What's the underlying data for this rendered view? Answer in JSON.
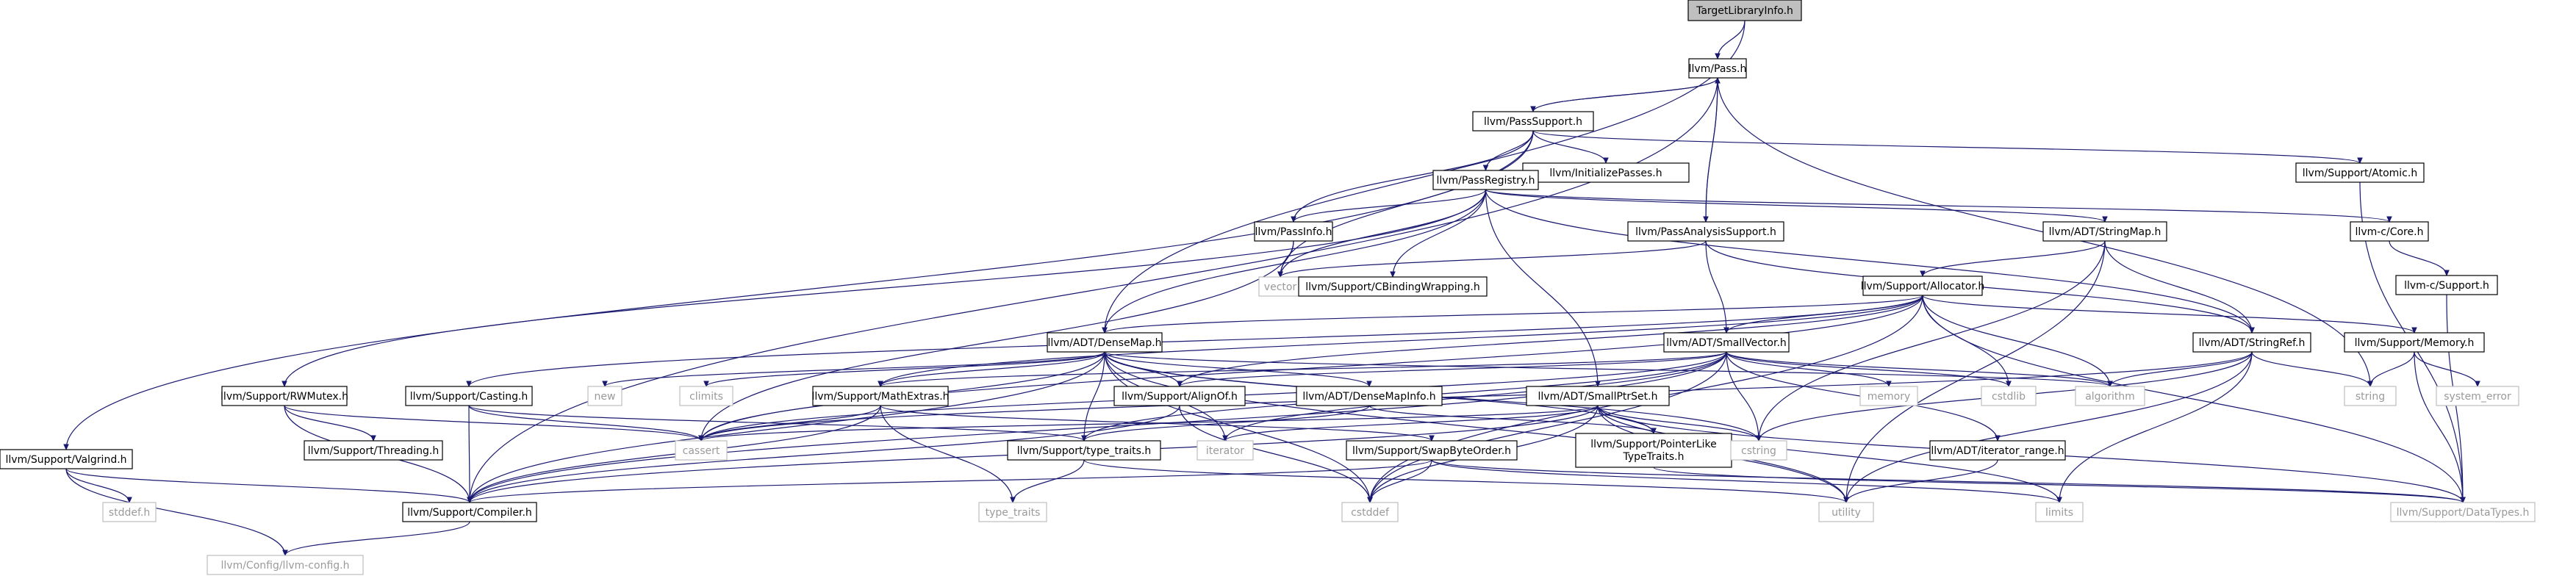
{
  "graph": {
    "title": "TargetLibraryInfo.h",
    "colors": {
      "edge": "#191970",
      "root_fill": "#bfbfbf",
      "node_border": "#000000",
      "system_border": "#bfbfbf",
      "system_text": "#9a9a9a"
    },
    "nodes": {
      "root": "TargetLibraryInfo.h",
      "pass": "llvm/Pass.h",
      "passsupport": "llvm/PassSupport.h",
      "initpasses": "llvm/InitializePasses.h",
      "atomic": "llvm/Support/Atomic.h",
      "passregistry": "llvm/PassRegistry.h",
      "passinfo": "llvm/PassInfo.h",
      "passanalysis": "llvm/PassAnalysisSupport.h",
      "stringmap": "llvm/ADT/StringMap.h",
      "ccore": "llvm-c/Core.h",
      "csupport": "llvm-c/Support.h",
      "vector": "vector",
      "cbinding": "llvm/Support/CBindingWrapping.h",
      "allocator": "llvm/Support/Allocator.h",
      "densemap": "llvm/ADT/DenseMap.h",
      "smallvector": "llvm/ADT/SmallVector.h",
      "stringref": "llvm/ADT/StringRef.h",
      "memoryh": "llvm/Support/Memory.h",
      "valgrind": "llvm/Support/Valgrind.h",
      "rwmutex": "llvm/Support/RWMutex.h",
      "casting": "llvm/Support/Casting.h",
      "new": "new",
      "climits": "climits",
      "mathextras": "llvm/Support/MathExtras.h",
      "alignof": "llvm/Support/AlignOf.h",
      "densemapinfo": "llvm/ADT/DenseMapInfo.h",
      "smallptrset": "llvm/ADT/SmallPtrSet.h",
      "memory": "memory",
      "cstdlib": "cstdlib",
      "algorithm": "algorithm",
      "string": "string",
      "system_error": "system_error",
      "threading": "llvm/Support/Threading.h",
      "cassert": "cassert",
      "typetraits": "llvm/Support/type_traits.h",
      "iterator": "iterator",
      "swapbyteorder": "llvm/Support/SwapByteOrder.h",
      "pointerlike": "llvm/Support/PointerLike\nTypeTraits.h",
      "cstring": "cstring",
      "iterrange": "llvm/ADT/iterator_range.h",
      "stddef": "stddef.h",
      "compiler": "llvm/Support/Compiler.h",
      "type_traits": "type_traits",
      "cstddef": "cstddef",
      "utility": "utility",
      "limits": "limits",
      "datatypes": "llvm/Support/DataTypes.h",
      "llvmconfig": "llvm/Config/llvm-config.h"
    }
  }
}
